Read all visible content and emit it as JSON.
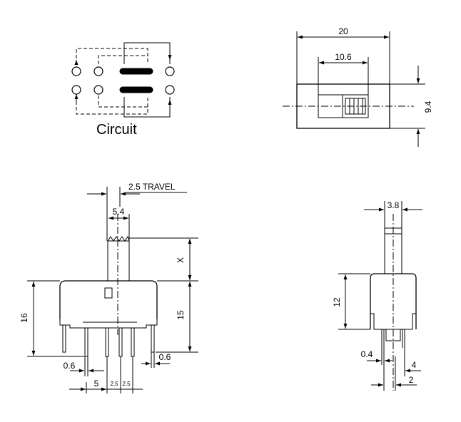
{
  "circuit": {
    "label": "Circuit"
  },
  "top_view": {
    "overall_width": "20",
    "slider_width": "10.6",
    "height": "9.4"
  },
  "front_view": {
    "travel": "2.5 TRAVEL",
    "actuator_width": "5.4",
    "actuator_height": "X",
    "body_height_total": "16",
    "body_height": "15",
    "pin_width_left": "0.6",
    "pin_width_right": "0.6",
    "pitch_mount": "5",
    "pitch_a": "2.5",
    "pitch_b": "2.5"
  },
  "side_view": {
    "actuator_width": "3.8",
    "body_height": "12",
    "pin_width": "0.4",
    "pin_length": "4",
    "pin_pitch": "2"
  }
}
